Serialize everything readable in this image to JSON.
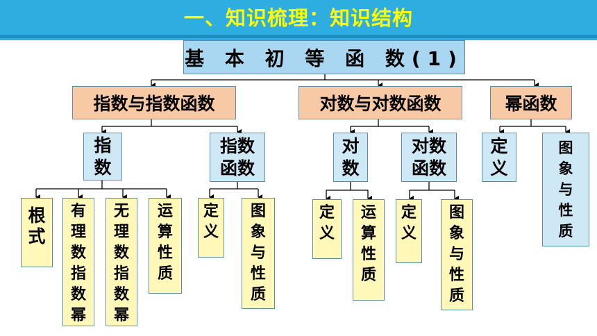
{
  "title": "一、知识梳理：知识结构",
  "root": "基 本 初 等 函 数(1)",
  "branches": {
    "exp": {
      "label": "指数与指数函数",
      "a": {
        "label": "指数",
        "items": [
          "根式",
          "有理数指数幂",
          "无理数指数幂",
          "运算性质"
        ]
      },
      "b": {
        "label": "指数函数",
        "items": [
          "定义",
          "图象与性质"
        ]
      }
    },
    "log": {
      "label": "对数与对数函数",
      "a": {
        "label": "对数",
        "items": [
          "定义",
          "运算性质"
        ]
      },
      "b": {
        "label": "对数函数",
        "items": [
          "定义",
          "图象与性质"
        ]
      }
    },
    "pow": {
      "label": "幂函数",
      "items": [
        "定义",
        "图象与性质"
      ]
    }
  },
  "colors": {
    "banner": "#2eaee0",
    "title": "#ffff00",
    "root": "#a9d6f0",
    "level1": "#f7c9a5",
    "level2": "#cfe8f6",
    "leaf": "#fff8b8"
  }
}
